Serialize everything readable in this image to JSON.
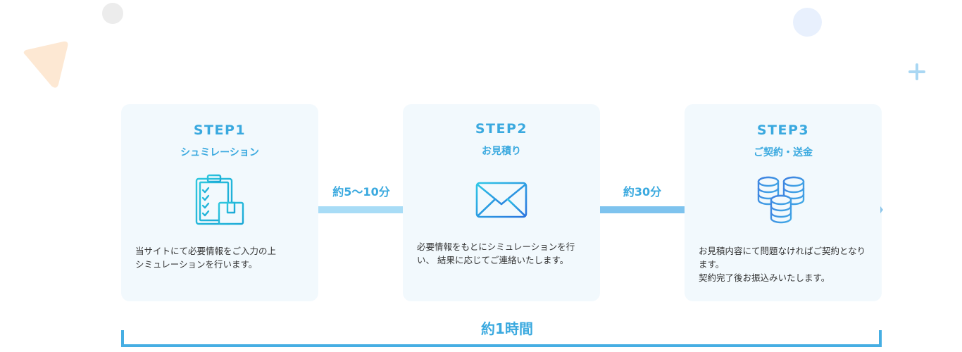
{
  "steps": [
    {
      "title": "STEP1",
      "subtitle": "シュミレーション",
      "icon": "clipboard-checklist-icon",
      "description": "当サイトにて必要情報をご入力の上\nシミュレーションを行います。"
    },
    {
      "title": "STEP2",
      "subtitle": "お見積り",
      "icon": "envelope-icon",
      "description": "必要情報をもとにシミュレーションを行い、\n結果に応じてご連絡いたします。"
    },
    {
      "title": "STEP3",
      "subtitle": "ご契約・送金",
      "icon": "coin-stack-icon",
      "description": "お見積内容にて問題なければご契約となります。\n契約完了後お振込みいたします。"
    }
  ],
  "connectors": [
    {
      "label": "約5～10分"
    },
    {
      "label": "約30分"
    }
  ],
  "total": {
    "label": "約1時間"
  },
  "colors": {
    "accent": "#3aa9df",
    "card_bg": "#f2f9fd",
    "bracket": "#46aee3",
    "connector_light": "#a8dcf6",
    "connector_mid": "#7ec3ee"
  }
}
